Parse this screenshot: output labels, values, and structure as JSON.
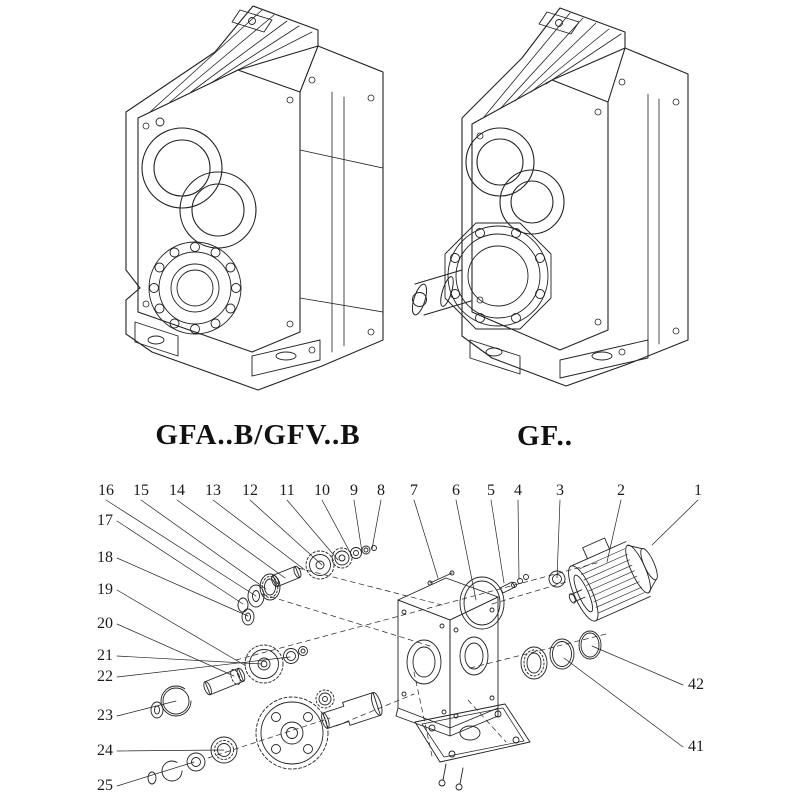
{
  "figure": {
    "left_model_label": "GFA..B/GFV..B",
    "right_model_label": "GF.."
  },
  "exploded_view": {
    "top_callouts": [
      "16",
      "15",
      "14",
      "13",
      "12",
      "11",
      "10",
      "9",
      "8",
      "7",
      "6",
      "5",
      "4",
      "3",
      "2",
      "1"
    ],
    "left_callouts": [
      "17",
      "18",
      "19",
      "20",
      "21",
      "22",
      "23",
      "24",
      "25"
    ],
    "right_callouts": [
      "42",
      "41"
    ]
  },
  "colors": {
    "background": "#ffffff",
    "line": "#222222"
  }
}
